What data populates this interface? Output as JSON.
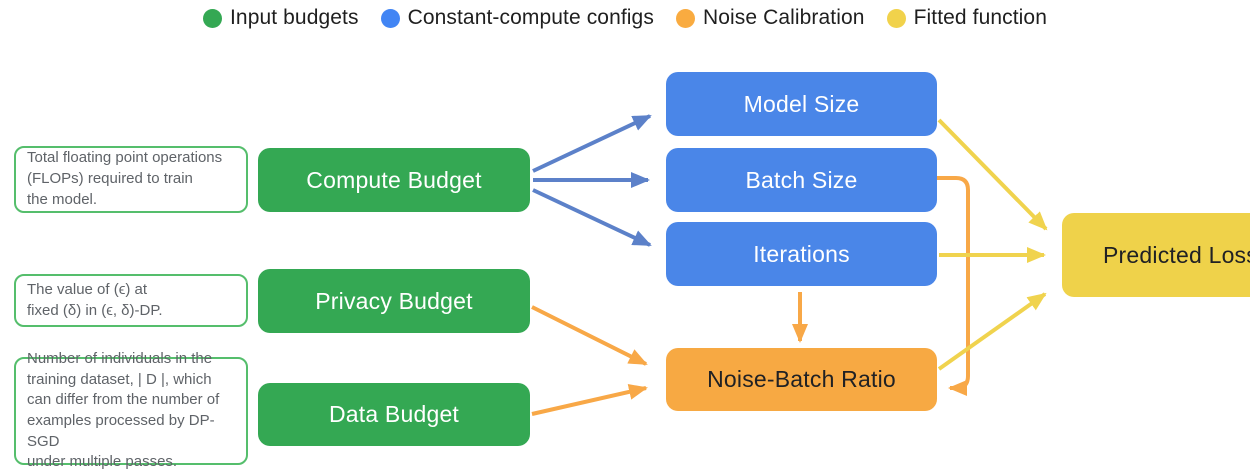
{
  "legend": {
    "items": [
      {
        "label": "Input budgets",
        "color": "#34A853"
      },
      {
        "label": "Constant-compute configs",
        "color": "#4285F4"
      },
      {
        "label": "Noise Calibration",
        "color": "#F9AB40"
      },
      {
        "label": "Fitted function",
        "color": "#F1D24B"
      }
    ]
  },
  "nodes": {
    "compute_budget": {
      "label": "Compute Budget",
      "color": "#34A853"
    },
    "privacy_budget": {
      "label": "Privacy Budget",
      "color": "#34A853"
    },
    "data_budget": {
      "label": "Data Budget",
      "color": "#34A853"
    },
    "model_size": {
      "label": "Model Size",
      "color": "#4A86E8"
    },
    "batch_size": {
      "label": "Batch Size",
      "color": "#4A86E8"
    },
    "iterations": {
      "label": "Iterations",
      "color": "#4A86E8"
    },
    "noise_batch_ratio": {
      "label": "Noise-Batch Ratio",
      "color": "#F7A943"
    },
    "predicted_loss": {
      "label": "Predicted Loss",
      "color": "#EFD24A"
    }
  },
  "annotations": {
    "compute": "Total floating point operations\n(FLOPs) required to train\nthe model.",
    "privacy": "The value of (ϵ) at\nfixed (δ) in (ϵ, δ)-DP.",
    "data": "Number of individuals in the\ntraining dataset, | D |, which\ncan differ from the number of\nexamples processed by DP-SGD\nunder multiple passes."
  },
  "edges": [
    {
      "from": "compute_budget",
      "to": "model_size",
      "color": "#5C81C9"
    },
    {
      "from": "compute_budget",
      "to": "batch_size",
      "color": "#5C81C9"
    },
    {
      "from": "compute_budget",
      "to": "iterations",
      "color": "#5C81C9"
    },
    {
      "from": "privacy_budget",
      "to": "noise_batch_ratio",
      "color": "#F8A847"
    },
    {
      "from": "data_budget",
      "to": "noise_batch_ratio",
      "color": "#F8A847"
    },
    {
      "from": "iterations",
      "to": "noise_batch_ratio",
      "color": "#F8A847"
    },
    {
      "from": "batch_size",
      "to": "noise_batch_ratio",
      "color": "#F8A847"
    },
    {
      "from": "model_size",
      "to": "predicted_loss",
      "color": "#F0D34E"
    },
    {
      "from": "iterations",
      "to": "predicted_loss",
      "color": "#F0D34E"
    },
    {
      "from": "noise_batch_ratio",
      "to": "predicted_loss",
      "color": "#F0D34E"
    }
  ]
}
